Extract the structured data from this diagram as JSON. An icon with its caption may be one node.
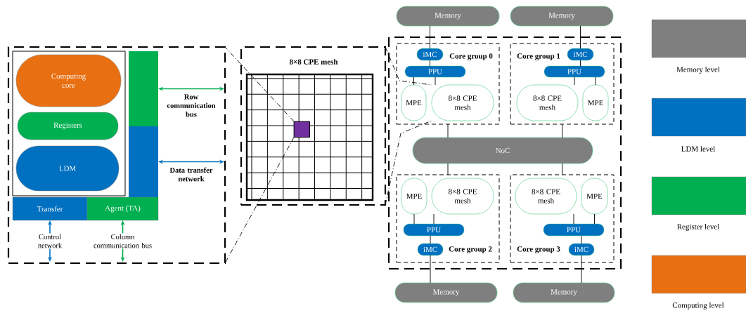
{
  "diagram": {
    "nodes": [
      {
        "text": [],
        "shape": "box"
      },
      {
        "text": [],
        "shape": "box",
        "in": 0
      },
      {
        "text": [
          "Computing core"
        ],
        "in": 1
      },
      {
        "text": [
          "Registers"
        ],
        "in": 1
      },
      {
        "text": [
          "LDM"
        ],
        "in": 1
      },
      {
        "text": [],
        "shape": "bar",
        "in": 0
      },
      {
        "text": [],
        "shape": "bar",
        "in": 0
      },
      {
        "text": [
          "Transfer"
        ],
        "in": 0
      },
      {
        "text": [
          "Agent (TA)"
        ],
        "in": 0
      },
      {
        "text": [
          "8×8 CPE mesh"
        ]
      },
      {
        "text": [],
        "shape": "box",
        "in": 9
      },
      {
        "text": [],
        "shape": "box"
      },
      {
        "text": [
          "Core group 0"
        ],
        "in": 11
      },
      {
        "text": [
          "iMC"
        ],
        "in": 12
      },
      {
        "text": [
          "PPU"
        ],
        "in": 12
      },
      {
        "text": [
          "MPE"
        ],
        "in": 12
      },
      {
        "text": [
          "8×8 CPE mesh"
        ],
        "in": 12
      },
      {
        "text": [
          "Core group 1"
        ],
        "in": 11
      },
      {
        "text": [
          "iMC"
        ],
        "in": 17
      },
      {
        "text": [
          "PPU"
        ],
        "in": 17
      },
      {
        "text": [
          "8×8 CPE mesh"
        ],
        "in": 17
      },
      {
        "text": [
          "MPE"
        ],
        "in": 17
      },
      {
        "text": [
          "NoC"
        ],
        "in": 11
      },
      {
        "text": [
          "Core group 2"
        ],
        "in": 11
      },
      {
        "text": [
          "MPE"
        ],
        "in": 23
      },
      {
        "text": [
          "8×8 CPE mesh"
        ],
        "in": 23
      },
      {
        "text": [
          "PPU"
        ],
        "in": 23
      },
      {
        "text": [
          "iMC"
        ],
        "in": 23
      },
      {
        "text": [
          "Core group 3"
        ],
        "in": 11
      },
      {
        "text": [
          "8×8 CPE mesh"
        ],
        "in": 28
      },
      {
        "text": [
          "MPE"
        ],
        "in": 28
      },
      {
        "text": [
          "PPU"
        ],
        "in": 28
      },
      {
        "text": [
          "iMC"
        ],
        "in": 28
      },
      {
        "text": [
          "Memory"
        ]
      },
      {
        "text": [
          "Memory"
        ]
      },
      {
        "text": [
          "Memory"
        ]
      },
      {
        "text": [
          "Memory"
        ]
      }
    ],
    "edges": [
      {
        "from": 5,
        "to": null,
        "arrow": "both",
        "label": "Row communication bus",
        "color": "#00b050"
      },
      {
        "from": 6,
        "to": null,
        "arrow": "both",
        "label": "Data transfer network",
        "color": "#0070c0"
      },
      {
        "from": 7,
        "to": null,
        "arrow": "both",
        "label": "Control network",
        "color": "#0070c0"
      },
      {
        "from": 8,
        "to": null,
        "arrow": "both",
        "label": "Column communication bus",
        "color": "#00b050"
      },
      {
        "from": 10,
        "to": 0,
        "arrow": "none",
        "style": "dashed"
      },
      {
        "from": 10,
        "to": 0,
        "arrow": "none",
        "style": "dashed"
      },
      {
        "from": 9,
        "to": 16,
        "arrow": "none",
        "style": "dashed"
      },
      {
        "from": 9,
        "to": 16,
        "arrow": "none",
        "style": "dashed"
      },
      {
        "from": 33,
        "to": 13,
        "arrow": "none"
      },
      {
        "from": 13,
        "to": 14,
        "arrow": "none"
      },
      {
        "from": 14,
        "to": 15,
        "arrow": "none"
      },
      {
        "from": 14,
        "to": 16,
        "arrow": "none"
      },
      {
        "from": 34,
        "to": 18,
        "arrow": "none"
      },
      {
        "from": 18,
        "to": 19,
        "arrow": "none"
      },
      {
        "from": 19,
        "to": 20,
        "arrow": "none"
      },
      {
        "from": 19,
        "to": 21,
        "arrow": "none"
      },
      {
        "from": 22,
        "to": 12,
        "arrow": "none"
      },
      {
        "from": 22,
        "to": 17,
        "arrow": "none"
      },
      {
        "from": 22,
        "to": 23,
        "arrow": "none"
      },
      {
        "from": 22,
        "to": 28,
        "arrow": "none"
      },
      {
        "from": 24,
        "to": 26,
        "arrow": "none"
      },
      {
        "from": 25,
        "to": 26,
        "arrow": "none"
      },
      {
        "from": 26,
        "to": 27,
        "arrow": "none"
      },
      {
        "from": 27,
        "to": 35,
        "arrow": "none"
      },
      {
        "from": 29,
        "to": 31,
        "arrow": "none"
      },
      {
        "from": 30,
        "to": 31,
        "arrow": "none"
      },
      {
        "from": 31,
        "to": 32,
        "arrow": "none"
      },
      {
        "from": 32,
        "to": 36,
        "arrow": "none"
      }
    ],
    "legend": [
      {
        "text": "Memory level",
        "color": "#7f7f7f"
      },
      {
        "text": "LDM level",
        "color": "#0070c0"
      },
      {
        "text": "Register level",
        "color": "#00b050"
      },
      {
        "text": "Computing level",
        "color": "#e97012"
      }
    ]
  }
}
